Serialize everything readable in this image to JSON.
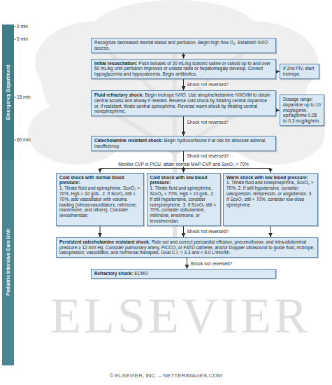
{
  "diagram": {
    "nodes": [
      {
        "text": [
          "Emergency Department"
        ]
      },
      {
        "text": [
          "Pediatric Intensive Care Unit"
        ]
      },
      {
        "text": [
          "Recognize decreased mental status and perfusion. Begin high flow O₂. Establish IV/IO access."
        ]
      },
      {
        "text": [
          "Initial resuscitation:",
          "Push boluses of 20 mL/kg isotonic saline or colloid up to and over 60 mL/kg until perfusion improves or unless rales or hepatomegaly develop. Correct hypoglycemia and hypocalcemia. Begin antibiotics."
        ]
      },
      {
        "text": [
          "If 2nd PIV, start inotrope."
        ]
      },
      {
        "text": [
          "Fluid refractory shock:",
          "Begin inotrope IV/IO. Use atropine/ketamine IV/IO/IM to obtain central access and airway if needed. Reverse cold shock by titrating central dopamine or, if resistant, titrate central epinephrine. Reverse warm shock by titrating central norepinephrine."
        ]
      },
      {
        "text": [
          "Dosage range: dopamine up to 10 mcg/kg/min, epinephrine 0.05 to 0.3 mcg/kg/min."
        ]
      },
      {
        "text": [
          "Catecholamine resistant shock:",
          "Begin hydrocortisone if at risk for absolute adrenal insufficiency."
        ]
      },
      {
        "text": [
          "Cold shock with normal blood pressure:",
          "1. Titrate fluid and epinephrine, ScvO₂ > 70%, Hgb > 10 g/dL. 2. If ScvO₂ still < 70%, add vasodilator with volume loading (nitrosovasodilators, milrinone, inamrinone, and others). Consider levosimendan."
        ]
      },
      {
        "text": [
          "Cold shock with low blood pressure:",
          "1. Titrate fluid and epinephrine, ScvO₂ > 70%, Hgb > 10 g/dL. 2. If still hypotensive, consider norepinephrine. 3. If ScvO₂ still < 70%, consider dobutamine, milrinone, enoximone, or levosimendan."
        ]
      },
      {
        "text": [
          "Warm shock with low blood pressure:",
          "1. Titrate fluid and norepinephrine, ScvO₂ > 70%. 2. If still hypotensive, consider vasopressin, terlipressin, or angiotensin. 3. If ScvO₂ still < 70%, consider low-dose epinephrine."
        ]
      },
      {
        "text": [
          "Persistent catecholamine resistant shock:",
          "Rule out and correct pericardial effusion, pneumothorax, and intra-abdominal pressure ≥ 12 mm Hg. Consider pulmonary artery, PICCO, or FATD catheter, and/or Doppler ultrasound to guide fluid, inotrope, vasopressor, vasodilator, and hormonal therapies. Goal C.I. > 3.3 and < 6.0 L/min/M²."
        ]
      },
      {
        "text": [
          "Refractory shock:",
          "ECMO"
        ]
      }
    ],
    "edges": [
      {
        "from": 2,
        "to": 3,
        "arrow": "to"
      },
      {
        "from": 3,
        "to": 4,
        "arrow": "to"
      },
      {
        "from": 3,
        "to": 5,
        "label": "Shock not reversed?",
        "arrow": "to"
      },
      {
        "from": 5,
        "to": 6,
        "arrow": "to"
      },
      {
        "from": 5,
        "to": 7,
        "label": "Shock not reversed?",
        "arrow": "to"
      },
      {
        "from": 7,
        "to": 8,
        "arrow": "to"
      },
      {
        "from": 7,
        "to": 9,
        "label": "Shock not reversed?",
        "arrow": "to"
      },
      {
        "from": 7,
        "to": 10,
        "arrow": "to"
      },
      {
        "from": 8,
        "to": 11,
        "arrow": "to"
      },
      {
        "from": 9,
        "to": 11,
        "label": "Shock not reversed?",
        "arrow": "to"
      },
      {
        "from": 10,
        "to": 11,
        "arrow": "to"
      },
      {
        "from": 11,
        "to": 12,
        "label": "Shock not reversed?",
        "arrow": "to"
      }
    ],
    "labels": [
      "0 min",
      "5 min",
      "15 min",
      "60 min",
      "Monitor CVP in PICU, attain normal MAP-CVP and ScvO₂ > 70%",
      "ELSEVIER",
      "© ELSEVIER, INC. – NETTERIMAGES.COM"
    ]
  }
}
